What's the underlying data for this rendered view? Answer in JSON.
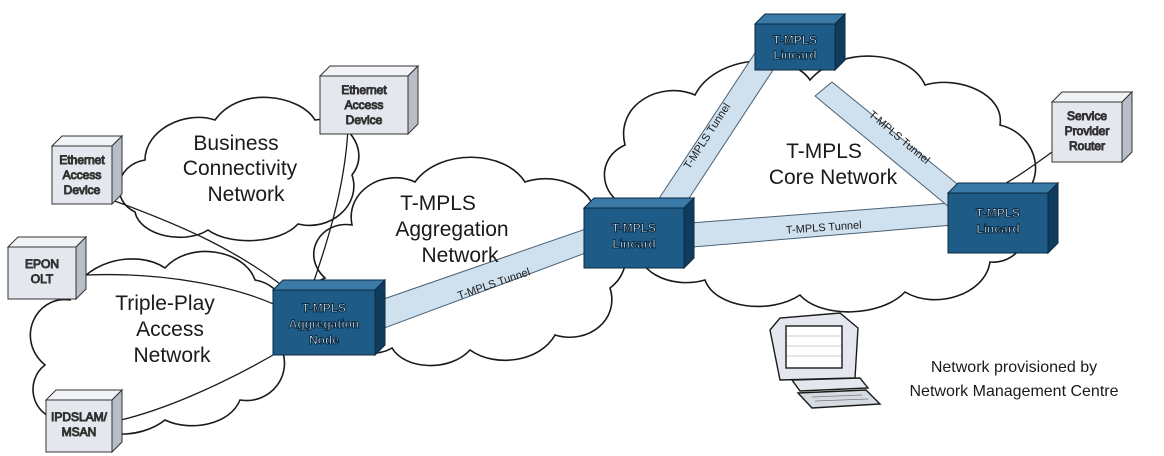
{
  "clouds": {
    "business": [
      "Business",
      "Connectivity",
      "Network"
    ],
    "aggregation": [
      "T-MPLS",
      "Aggregation",
      "Network"
    ],
    "triple_play": [
      "Triple-Play",
      "Access",
      "Network"
    ],
    "core": [
      "T-MPLS",
      "Core Network"
    ]
  },
  "access_devices": {
    "ethernet_access_top": [
      "Ethernet",
      "Access",
      "Device"
    ],
    "ethernet_access_left": [
      "Ethernet",
      "Access",
      "Device"
    ],
    "epon_olt": [
      "EPON",
      "OLT"
    ],
    "ipdslam_msan": [
      "IPDSLAM/",
      "MSAN"
    ],
    "service_provider_router": [
      "Service",
      "Provider",
      "Router"
    ]
  },
  "nodes": {
    "aggregation_node": [
      "T-MPLS",
      "Aggregation",
      "Node"
    ],
    "lincard_center": [
      "T-MPLS",
      "Lincard"
    ],
    "lincard_top": [
      "T-MPLS",
      "Lincard"
    ],
    "lincard_right": [
      "T-MPLS",
      "Lincard"
    ]
  },
  "tunnels": {
    "label": "T-MPLS Tunnel"
  },
  "caption": [
    "Network provisioned by",
    "Network Management Centre"
  ],
  "colors": {
    "node_fill": "#1e5b86",
    "node_top": "#3b7aa6",
    "node_side": "#0f3c5c",
    "tunnel_fill": "#cfe0ee",
    "box_fill": "#e4e8ee",
    "box_top": "#f1f3f6",
    "box_side": "#b7bec8"
  }
}
